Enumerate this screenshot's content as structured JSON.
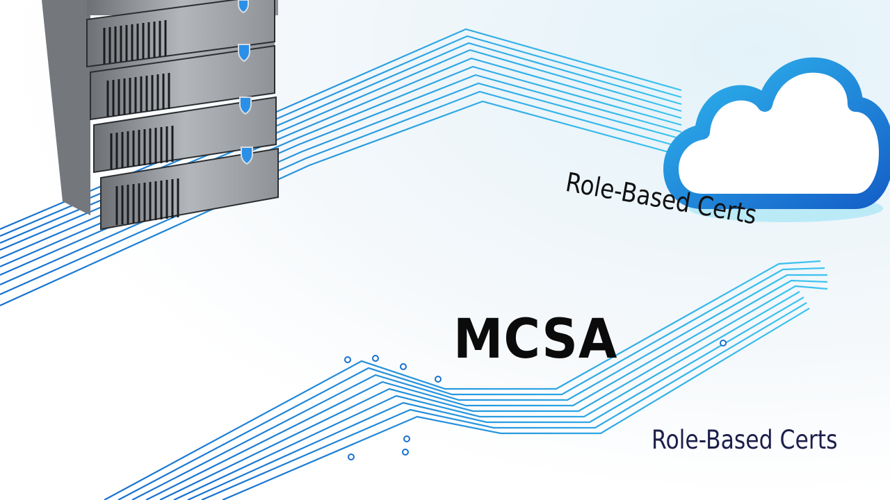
{
  "scene": {
    "title_text": "MCSA",
    "label_near_cloud": "Role-Based Certs",
    "label_bottom_right": "Role-Based Certs",
    "objects": [
      "server-rack",
      "cloud",
      "circuit-traces"
    ],
    "colors": {
      "trace_blue": "#1e90e0",
      "trace_cyan": "#3cc4ef",
      "server_gray": "#8d9196",
      "cloud_blue": "#1a7fd6",
      "title_text": "#0b0b0b",
      "bottom_label": "#1c1f4a"
    }
  }
}
